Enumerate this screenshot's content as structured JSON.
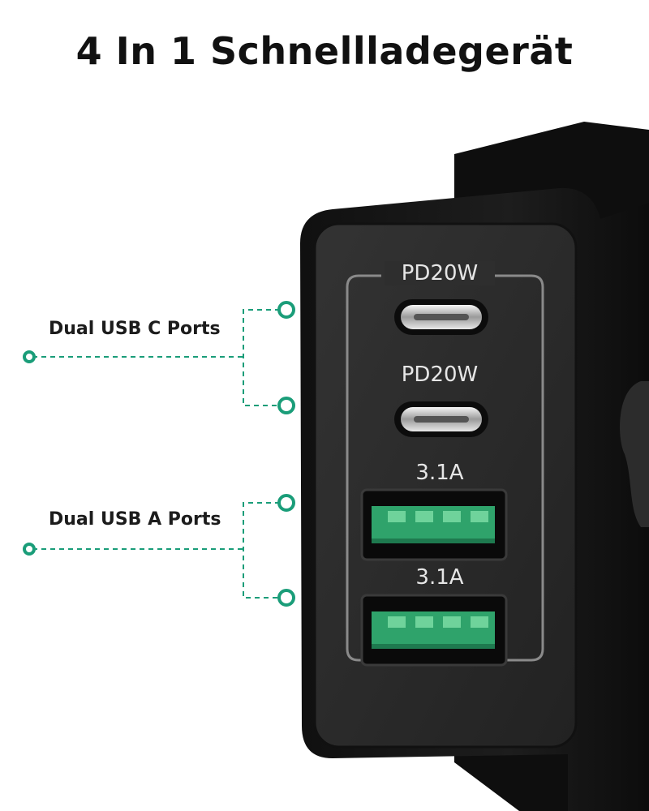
{
  "page": {
    "title": "4 In 1 Schnellladegerät"
  },
  "callouts": [
    {
      "label": "Dual USB C Ports"
    },
    {
      "label": "Dual USB A Ports"
    }
  ],
  "ports": [
    {
      "label": "PD20W",
      "type": "USB-C"
    },
    {
      "label": "PD20W",
      "type": "USB-C"
    },
    {
      "label": "3.1A",
      "type": "USB-A"
    },
    {
      "label": "3.1A",
      "type": "USB-A"
    }
  ],
  "colors": {
    "accent": "#1a9d79",
    "housing": "#1b1b1b",
    "faceplate": "#2a2a2a",
    "usb_a_insert": "#2fa36b"
  }
}
